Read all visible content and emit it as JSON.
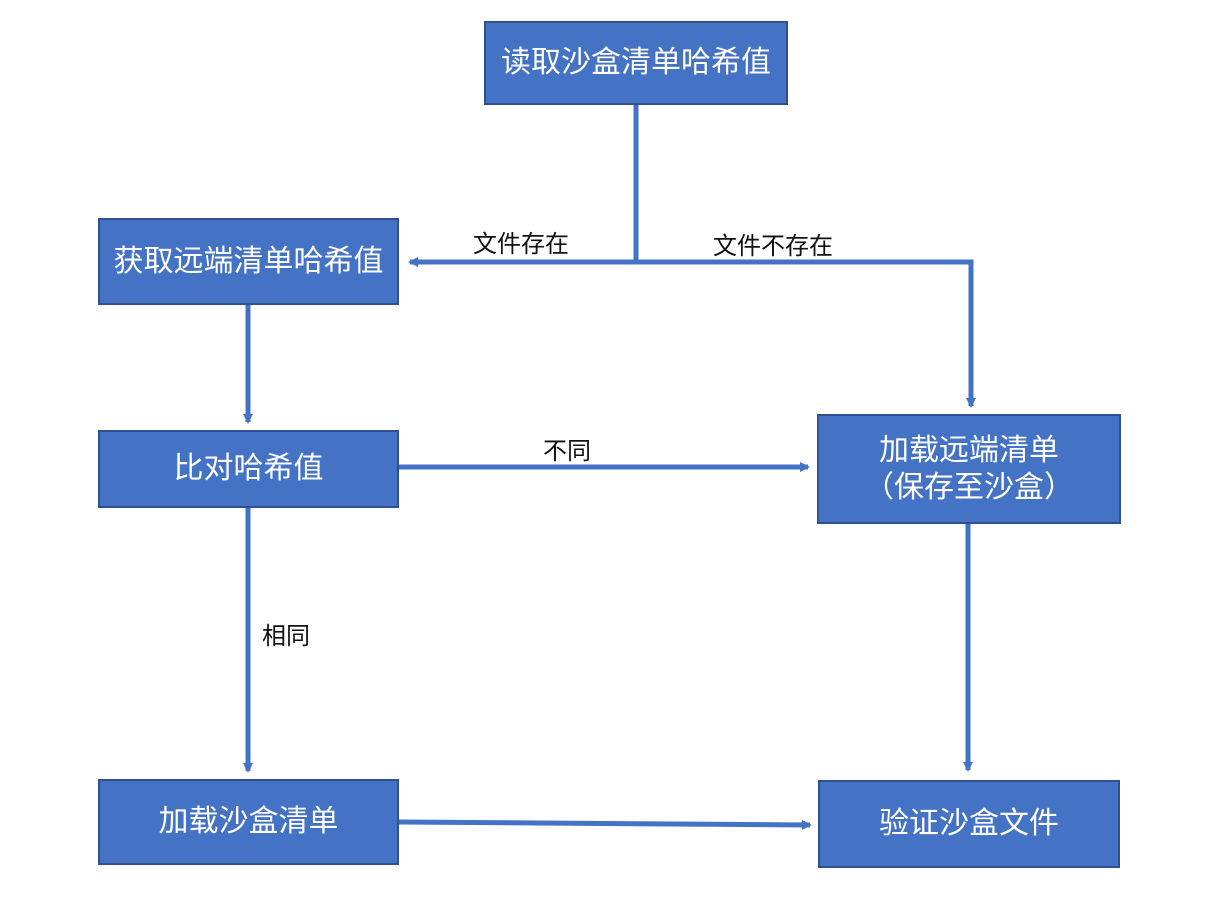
{
  "colors": {
    "node_fill": "#4472c4",
    "node_border": "#2f528f",
    "arrow": "#4472c4",
    "node_text": "#ffffff",
    "label_text": "#111111"
  },
  "nodes": {
    "read_sandbox_hash": "读取沙盒清单哈希值",
    "get_remote_hash": "获取远端清单哈希值",
    "compare_hash": "比对哈希值",
    "load_remote_line1": "加载远端清单",
    "load_remote_line2": "（保存至沙盒）",
    "load_sandbox": "加载沙盒清单",
    "verify_sandbox": "验证沙盒文件"
  },
  "edges": {
    "file_exists": "文件存在",
    "file_not_exists": "文件不存在",
    "different": "不同",
    "same": "相同"
  }
}
